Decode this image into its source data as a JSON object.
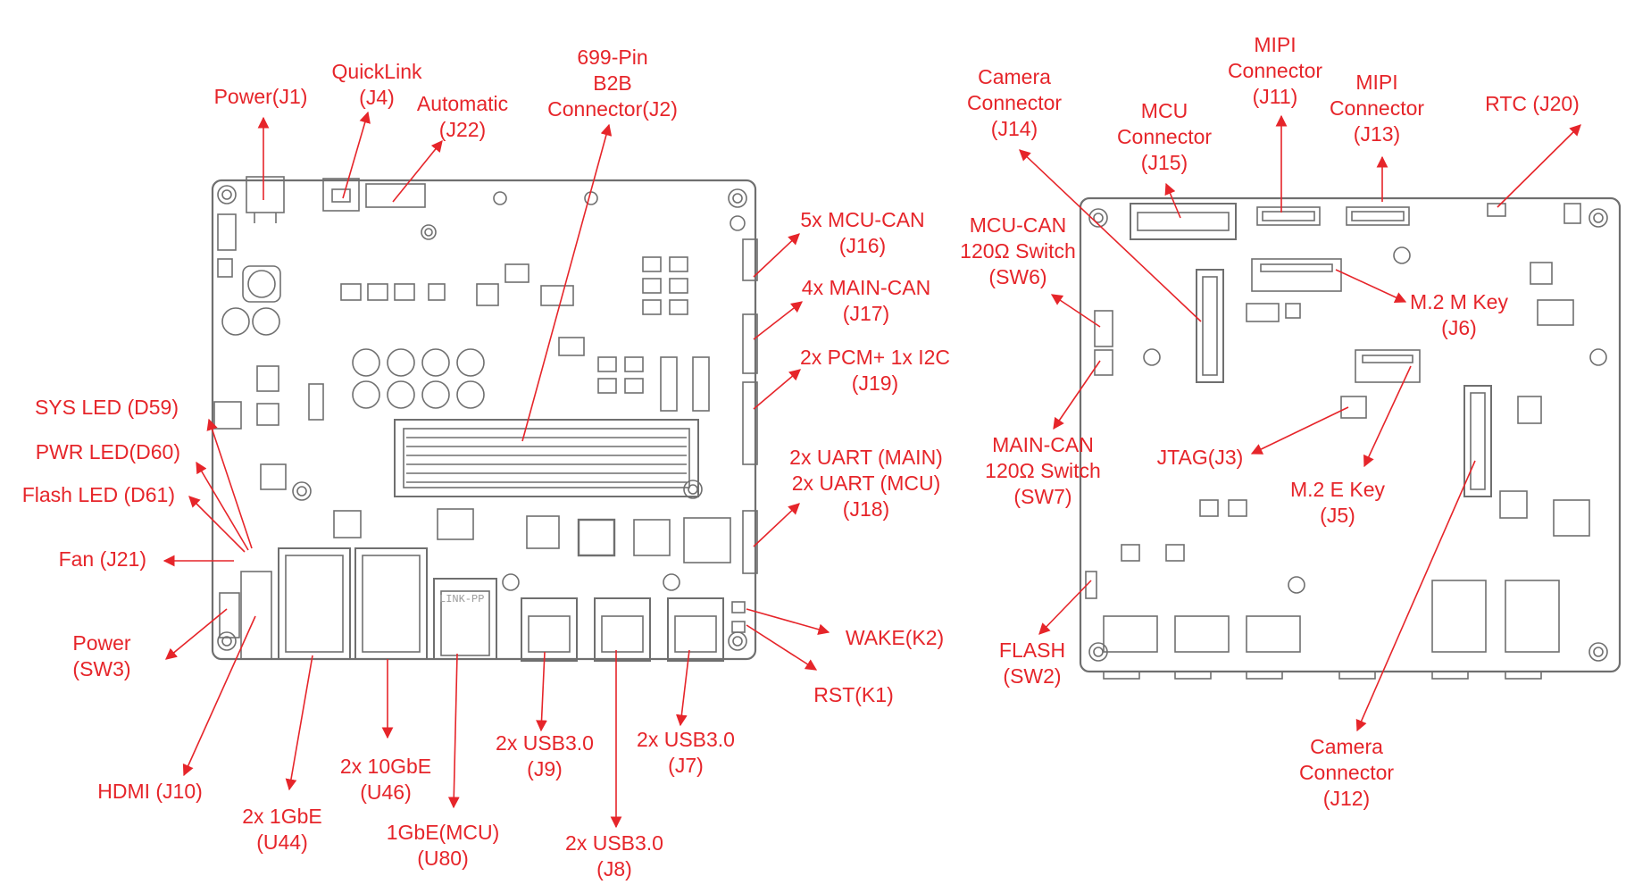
{
  "colors": {
    "label": "#e6252a",
    "board_stroke": "#6f6f6f",
    "board_fill": "#ffffff"
  },
  "board_marking": "LINK-PP",
  "labels": {
    "power_j1": [
      "Power(J1)"
    ],
    "quicklink_j4": [
      "QuickLink",
      "(J4)"
    ],
    "automatic_j22": [
      "Automatic",
      "(J22)"
    ],
    "b2b_j2": [
      "699-Pin",
      "B2B",
      "Connector(J2)"
    ],
    "mcu_can_j16": [
      "5x MCU-CAN",
      "(J16)"
    ],
    "main_can_j17": [
      "4x MAIN-CAN",
      "(J17)"
    ],
    "pcm_i2c_j19": [
      "2x PCM+ 1x I2C",
      "(J19)"
    ],
    "uart_j18": [
      "2x UART (MAIN)",
      "2x UART (MCU)",
      "(J18)"
    ],
    "wake_k2": [
      "WAKE(K2)"
    ],
    "rst_k1": [
      "RST(K1)"
    ],
    "sys_led_d59": [
      "SYS LED (D59)"
    ],
    "pwr_led_d60": [
      "PWR LED(D60)"
    ],
    "flash_led_d61": [
      "Flash LED (D61)"
    ],
    "fan_j21": [
      "Fan (J21)"
    ],
    "power_sw3": [
      "Power",
      "(SW3)"
    ],
    "hdmi_j10": [
      "HDMI (J10)"
    ],
    "gbe_u44": [
      "2x 1GbE",
      "(U44)"
    ],
    "tengbe_u46": [
      "2x 10GbE",
      "(U46)"
    ],
    "gbe_mcu_u80": [
      "1GbE(MCU)",
      "(U80)"
    ],
    "usb_j9": [
      "2x USB3.0",
      "(J9)"
    ],
    "usb_j8": [
      "2x USB3.0",
      "(J8)"
    ],
    "usb_j7": [
      "2x USB3.0",
      "(J7)"
    ],
    "camera_j14": [
      "Camera",
      "Connector",
      "(J14)"
    ],
    "mcu_j15": [
      "MCU",
      "Connector",
      "(J15)"
    ],
    "mipi_j11": [
      "MIPI",
      "Connector",
      "(J11)"
    ],
    "mipi_j13": [
      "MIPI",
      "Connector",
      "(J13)"
    ],
    "rtc_j20": [
      "RTC  (J20)"
    ],
    "mcu_can_sw6": [
      "MCU-CAN",
      "120Ω Switch",
      "(SW6)"
    ],
    "m2_m_j6": [
      "M.2 M Key",
      "(J6)"
    ],
    "main_can_sw7": [
      "MAIN-CAN",
      "120Ω Switch",
      "(SW7)"
    ],
    "jtag_j3": [
      "JTAG(J3)"
    ],
    "m2_e_j5": [
      "M.2 E Key",
      "(J5)"
    ],
    "flash_sw2": [
      "FLASH",
      "(SW2)"
    ],
    "camera_j12": [
      "Camera",
      "Connector",
      "(J12)"
    ]
  }
}
